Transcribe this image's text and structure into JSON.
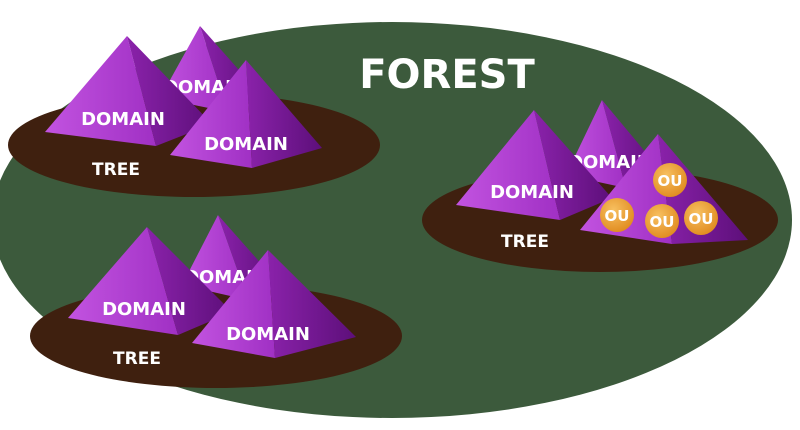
{
  "diagram": {
    "title": "FOREST",
    "tree_label": "TREE",
    "domain_label": "DOMAIN",
    "ou_label": "OU",
    "colors": {
      "forest": "#3c5a3c",
      "tree_base": "#3f200f",
      "pyramid_light": "#b33fd0",
      "pyramid_dark": "#6f1490",
      "ou_fill": "#f0a030"
    }
  }
}
